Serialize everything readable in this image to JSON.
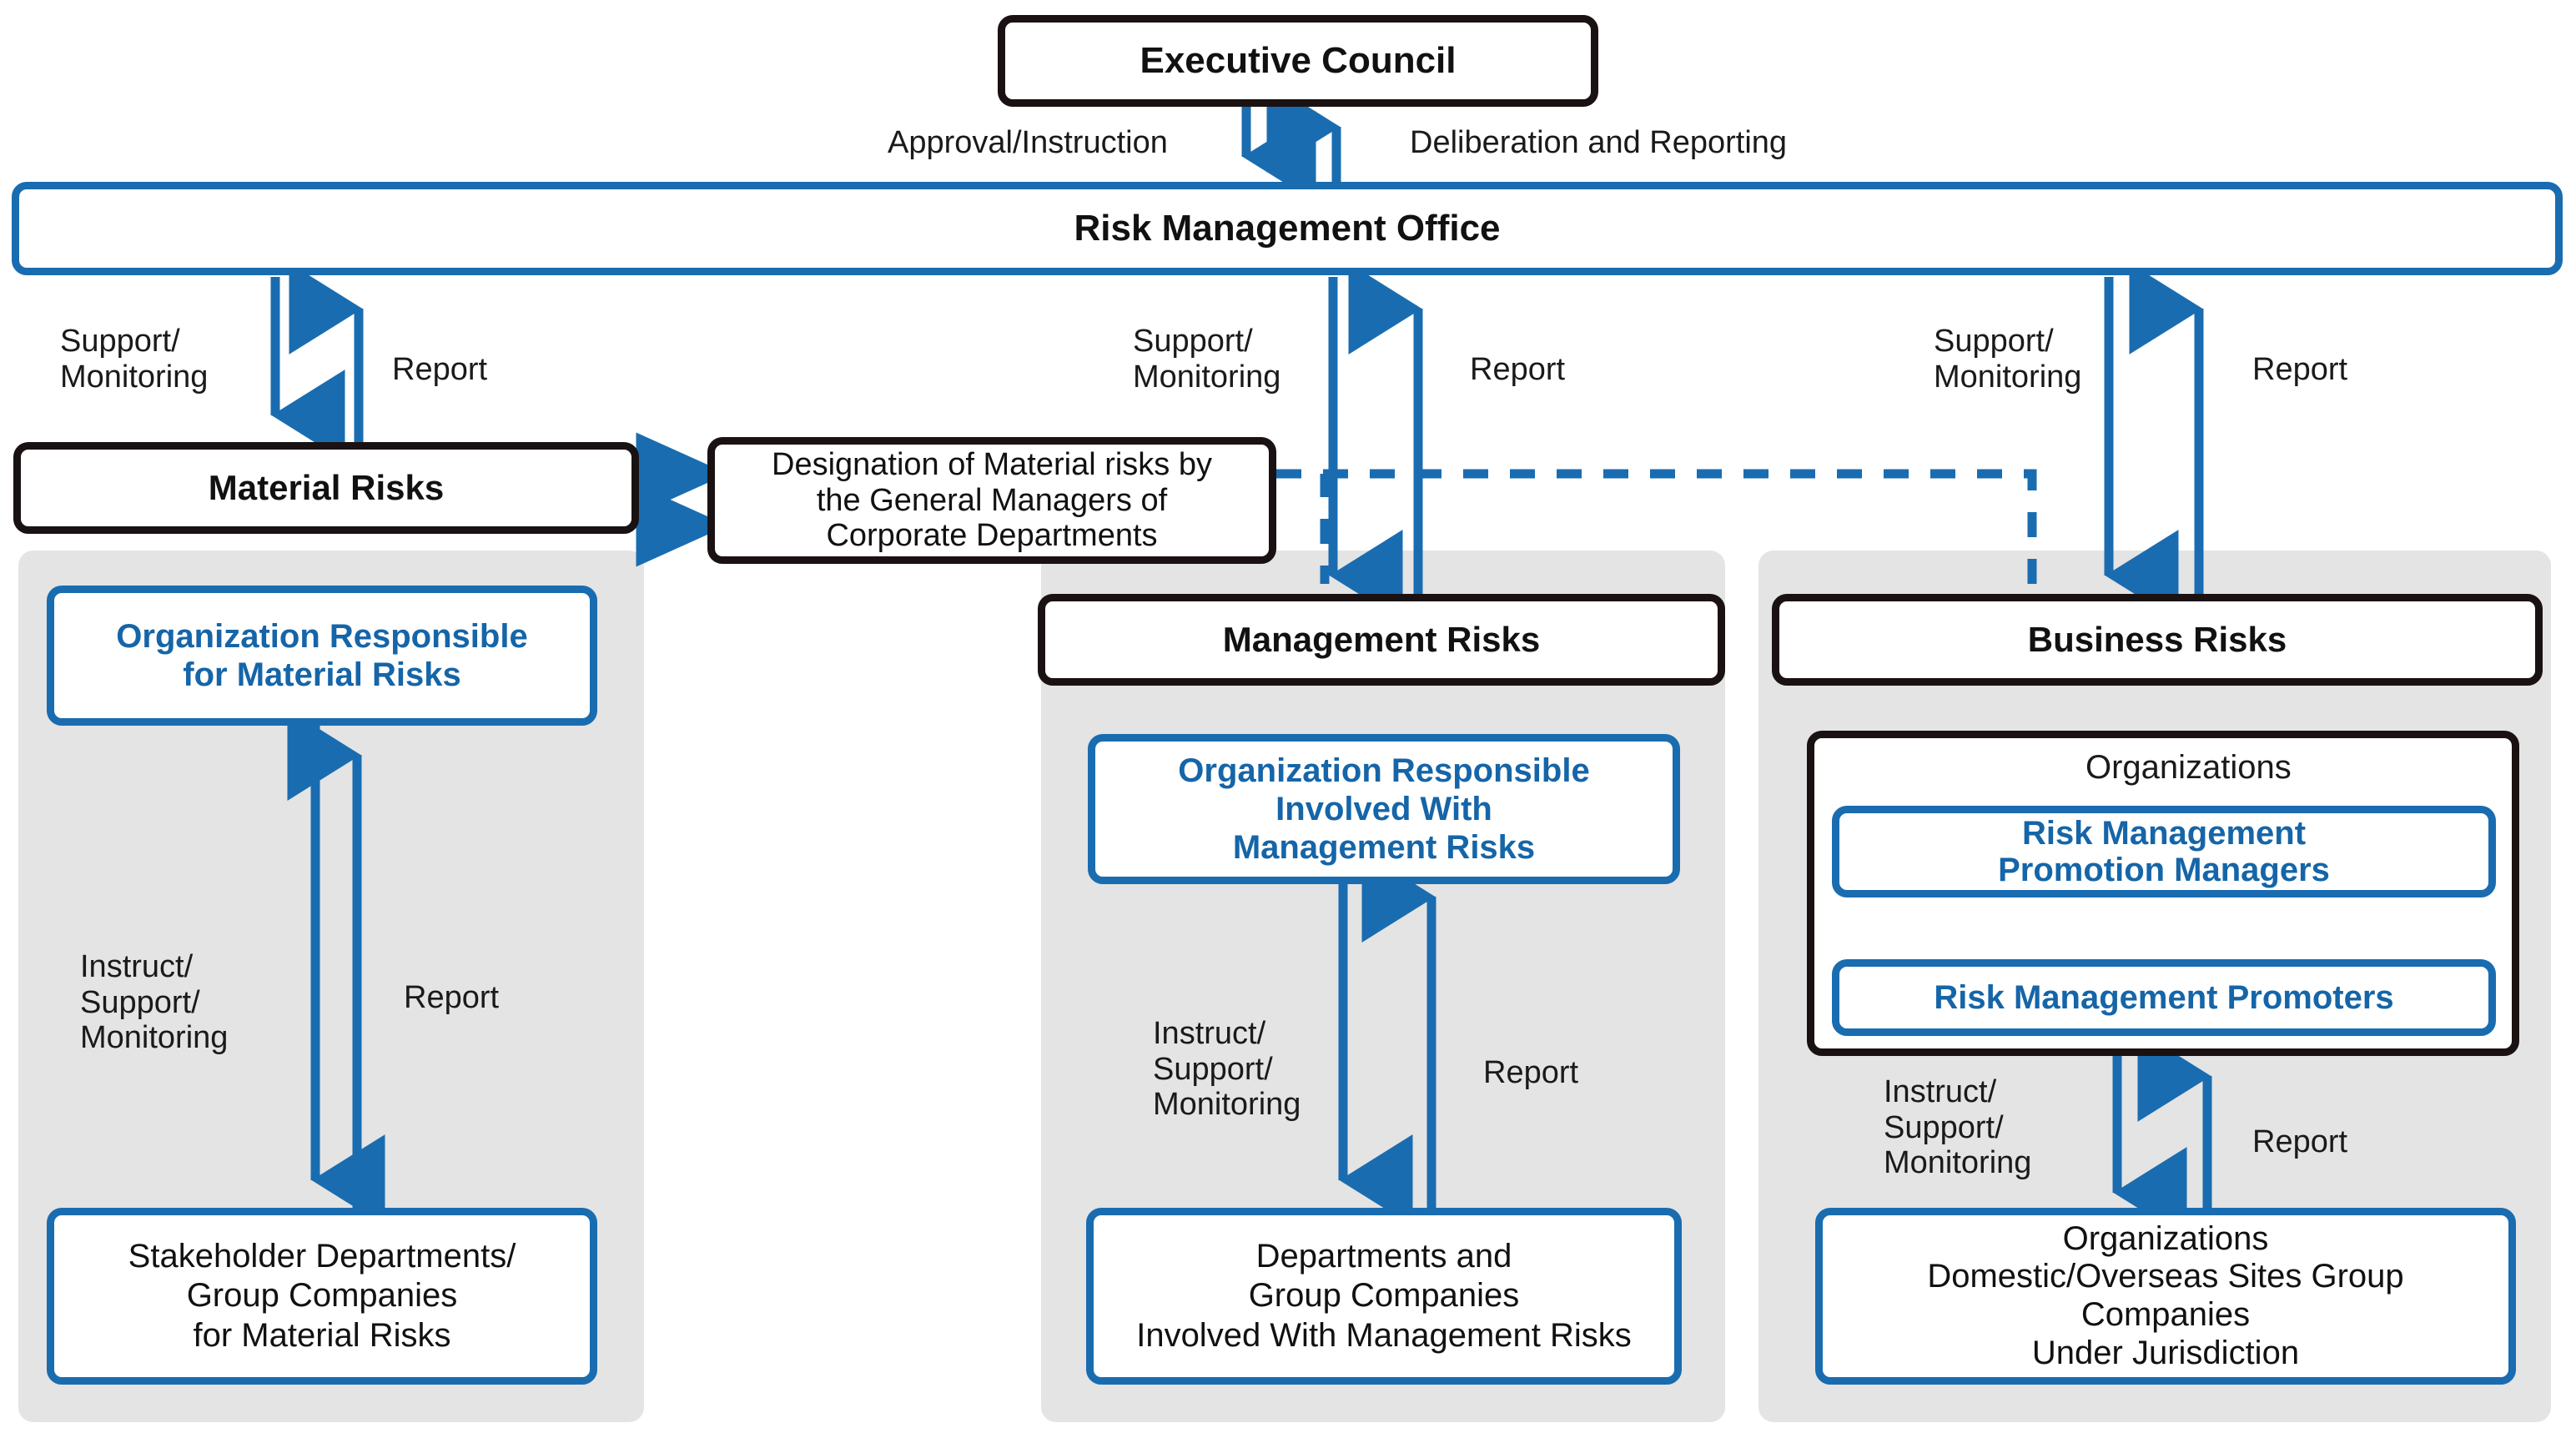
{
  "diagram": {
    "title_top": "Executive Council",
    "office": "Risk Management Office",
    "edge_labels": {
      "approval_instruction": "Approval/Instruction",
      "deliberation_reporting": "Deliberation and Reporting",
      "support_monitoring": "Support/\nMonitoring",
      "report": "Report",
      "instruct_support_monitoring": "Instruct/\nSupport/\nMonitoring"
    },
    "designation_note": "Designation of Material risks by\nthe General Managers of\nCorporate Departments",
    "columns": [
      {
        "header": "Material Risks",
        "responsible": "Organization Responsible\nfor Material Risks",
        "bottom": "Stakeholder Departments/\nGroup Companies\nfor Material Risks"
      },
      {
        "header": "Management Risks",
        "responsible": "Organization Responsible\nInvolved With\nManagement Risks",
        "bottom": "Departments and\nGroup Companies\nInvolved With Management Risks"
      },
      {
        "header": "Business Risks",
        "organizations_label": "Organizations",
        "promotion_managers": "Risk Management\nPromotion Managers",
        "promoters": "Risk Management Promoters",
        "bottom": "Organizations\nDomestic/Overseas Sites Group\nCompanies\nUnder Jurisdiction"
      }
    ],
    "colors": {
      "accent_blue": "#1a6cb0",
      "panel_gray": "#e4e4e4",
      "outline_black": "#1a1212",
      "text_blue": "#1565a8"
    }
  }
}
